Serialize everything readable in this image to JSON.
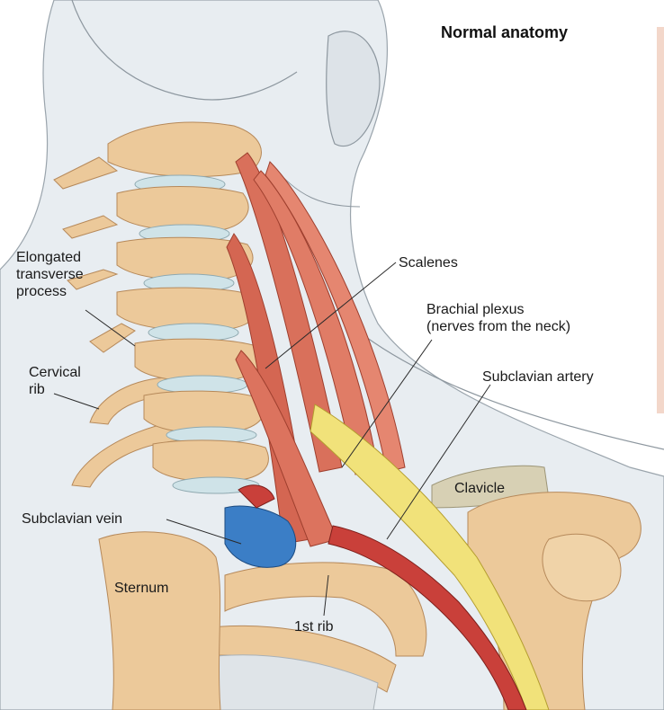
{
  "title": "Normal anatomy",
  "labels": {
    "elongated_transverse_process": [
      "Elongated",
      "transverse",
      "process"
    ],
    "cervical_rib": [
      "Cervical",
      "rib"
    ],
    "scalenes": "Scalenes",
    "brachial_plexus": [
      "Brachial plexus",
      "(nerves from the neck)"
    ],
    "subclavian_artery": "Subclavian artery",
    "clavicle": "Clavicle",
    "subclavian_vein": "Subclavian vein",
    "sternum": "Sternum",
    "first_rib": "1st rib"
  },
  "colors": {
    "skin": "#e6ebef",
    "bone": "#ecc99a",
    "disc": "#cfe3e8",
    "muscle": "#d9705b",
    "nerve": "#f1e27a",
    "artery": "#c9403a",
    "vein": "#3b7ec6",
    "clavicle": "#d7d0b4"
  }
}
